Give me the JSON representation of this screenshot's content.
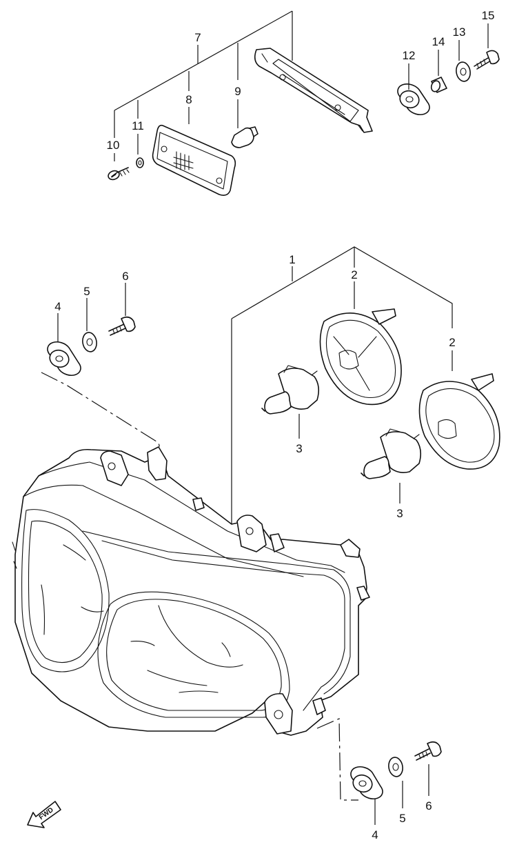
{
  "callouts": {
    "c1": "1",
    "c2a": "2",
    "c2b": "2",
    "c3a": "3",
    "c3b": "3",
    "c4a": "4",
    "c4b": "4",
    "c5a": "5",
    "c5b": "5",
    "c6a": "6",
    "c6b": "6",
    "c7": "7",
    "c8": "8",
    "c9": "9",
    "c10": "10",
    "c11": "11",
    "c12": "12",
    "c13": "13",
    "c14": "14",
    "c15": "15"
  },
  "fwd_label": "FWD"
}
